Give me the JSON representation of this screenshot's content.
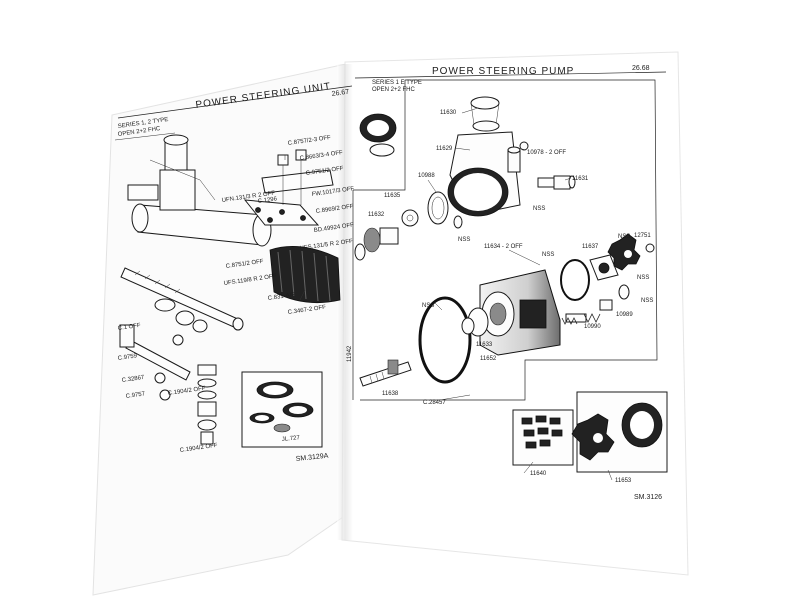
{
  "left_page": {
    "title": "POWER STEERING UNIT",
    "page_number": "26.67",
    "side_note": [
      "SERIES 1, 2 TYPE",
      "OPEN 2+2 FHC"
    ],
    "drawing_number": "SM.3129A",
    "labels": [
      "C.8757/2-3 OFF",
      "C.8663/3-4 OFF",
      "C.9751/2 OFF",
      "FW.1017/3 OFF",
      "C.8969/2 OFF",
      "C.1296",
      "BD.49924 OFF",
      "UFS.131/5 R 2 OFF",
      "UFN.131/3 R 2 OFF",
      "C.8751/2 OFF",
      "C.831-A/R",
      "C.3467-2 OFF",
      "UFS.119/8 R 2 OFF",
      "C.1 OFF",
      "C.9759",
      "C.32867",
      "C.9757",
      "C.1904/2 OFF",
      "C.1904/2 OFF",
      "JL.727"
    ]
  },
  "right_page": {
    "title": "POWER STEERING PUMP",
    "page_number": "26.68",
    "side_note": [
      "SERIES 1 E TYPE",
      "OPEN 2+2 FHC"
    ],
    "drawing_number": "SM.3126",
    "labels": [
      "11630",
      "11629",
      "10978 - 2 OFF",
      "11631",
      "10988",
      "NSS",
      "NSS",
      "11635",
      "11632",
      "11634 - 2 OFF",
      "NSS",
      "11637",
      "NSS",
      "12751",
      "NSS",
      "NSS",
      "NSS",
      "10989",
      "10990",
      "11633",
      "11652",
      "11638",
      "C.28457",
      "11640",
      "11653",
      "11942"
    ]
  }
}
